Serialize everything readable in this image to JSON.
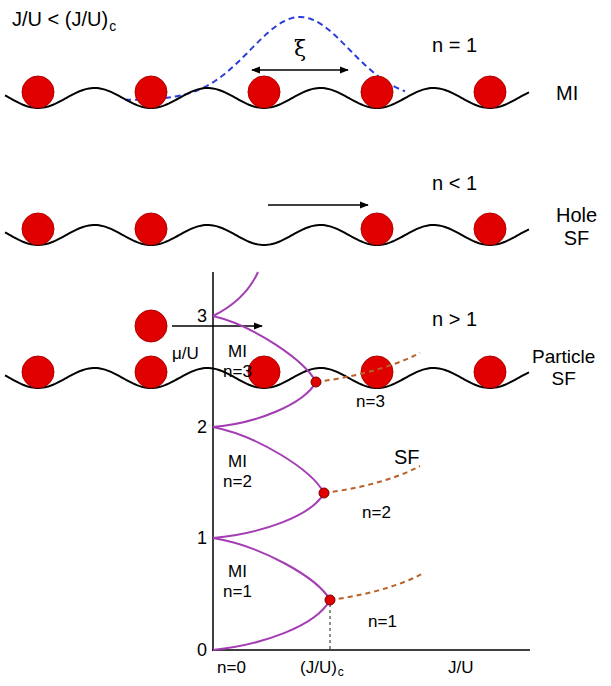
{
  "diagram": {
    "labels": [
      "J/U < (J/U)",
      "c",
      "ξ",
      "n = 1",
      "MI",
      "n < 1",
      "Hole SF",
      "n > 1",
      "Particle SF",
      "3",
      "2",
      "1",
      "0",
      "μ/U",
      "MI n=3",
      "MI n=2",
      "MI n=1",
      "n=3",
      "n=2",
      "n=1",
      "SF",
      "n=0",
      "(J/U)",
      "c",
      "J/U"
    ]
  }
}
